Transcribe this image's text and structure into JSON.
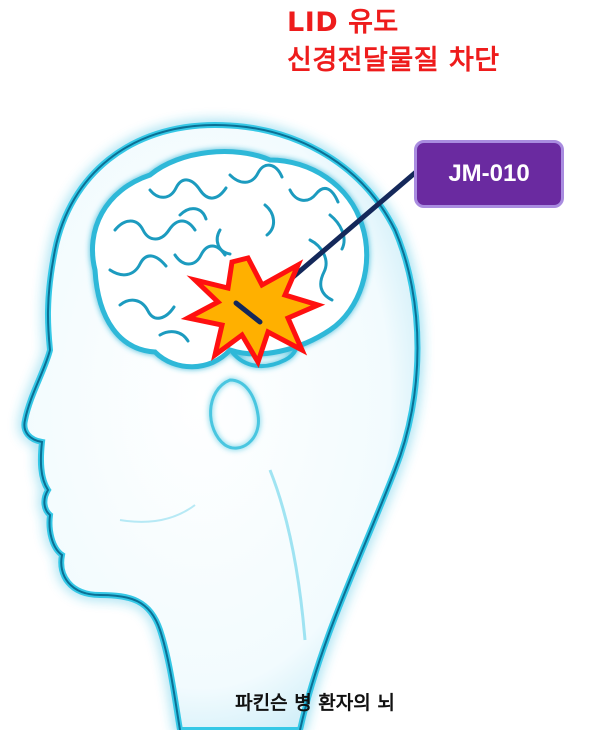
{
  "headline": {
    "line1": "LID 유도",
    "line2": "신경전달물질 차단"
  },
  "drug_label": "JM-010",
  "caption": "파킨슨 병 환자의 뇌",
  "colors": {
    "headline": "#ee1c1c",
    "drug_box": "#6a2aa0",
    "drug_box_border": "#a98ce0",
    "pointer_line": "#14285a",
    "head_glow": "#36c8e6",
    "burst_fill": "#ffb000",
    "burst_outline": "#ff1010"
  }
}
